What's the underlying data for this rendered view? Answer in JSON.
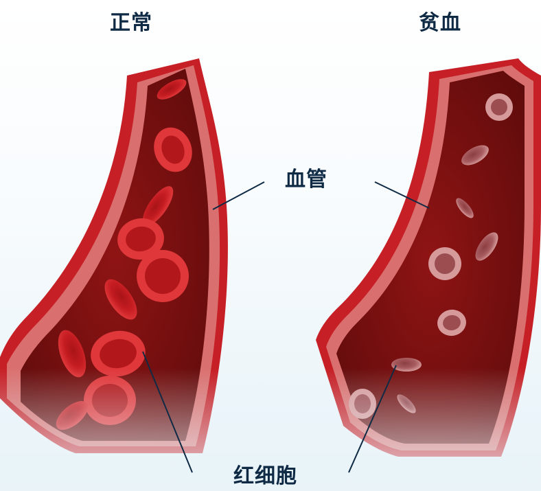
{
  "labels": {
    "normal": "正常",
    "anemia": "贫血",
    "vessel": "血管",
    "red_blood_cells": "红细胞"
  },
  "colors": {
    "vessel_outer": "#c62026",
    "vessel_wall": "#d9706f",
    "vessel_lumen": "#8a1414",
    "cell_normal": "#cf1f24",
    "cell_anemia": "#b86b6e",
    "text": "#0f2a44",
    "pointer_line": "#0f2a44"
  }
}
